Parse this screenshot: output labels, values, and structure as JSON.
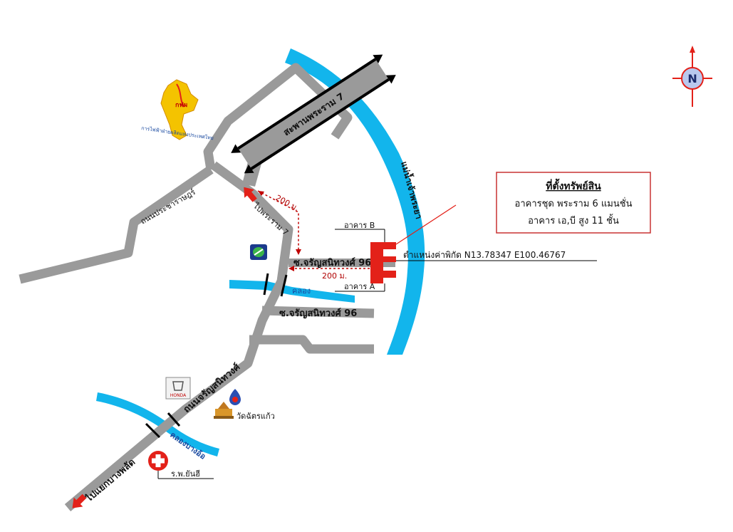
{
  "colors": {
    "road": "#9a9a9a",
    "river": "#12b5ec",
    "accent_red": "#e32119",
    "dim_red": "#c00000",
    "text": "#111111"
  },
  "compass": {
    "letter": "N"
  },
  "logo": {
    "text": "กฟผ",
    "caption": "การไฟฟ้าฝ่ายผลิตแห่งประเทศไทย"
  },
  "roads": {
    "bridge": "สะพานพระราม 7",
    "left_road": "ถนนประชาราษฎร์",
    "to_rama7": "ไปพระราม 7",
    "soi_96e": "ซ.จรัญสนิทวงศ์ 96/E",
    "soi_96": "ซ.จรัญสนิทวงศ์ 96",
    "main_road": "ถนนจรัญสนิทวงศ์",
    "to_bangphlat": "ไปแยกบางพลัด"
  },
  "water": {
    "river": "แม่น้ำเจ้าพระยา",
    "canal_upper": "คลอง",
    "canal_lower": "คลองบางอ้อ"
  },
  "distances": {
    "vertical": "200 ม.",
    "horizontal": "200 ม."
  },
  "buildings": {
    "b": "อาคาร B",
    "a": "อาคาร A"
  },
  "coordinates": "ตำแหน่งค่าพิกัด N13.78347 E100.46767",
  "landmarks": {
    "temple": "วัดฉัตรแก้ว",
    "hospital": "ร.พ.ยันฮี",
    "honda": "HONDA"
  },
  "info_box": {
    "title": "ที่ตั้งทรัพย์สิน",
    "line1": "อาคารชุด พระราม 6 แมนชั่น",
    "line2": "อาคาร เอ,บี   สูง 11 ชั้น"
  }
}
